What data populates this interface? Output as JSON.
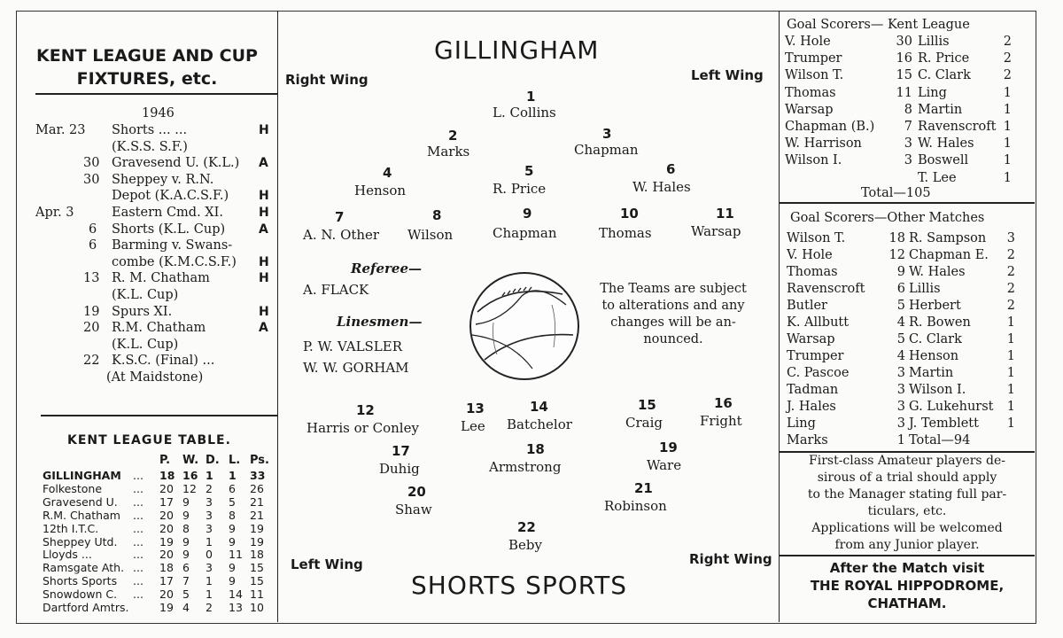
{
  "left": {
    "fixtures_title_1": "KENT LEAGUE AND CUP",
    "fixtures_title_2": "FIXTURES, etc.",
    "year": "1946",
    "fixtures": [
      [
        "Mar. 23",
        "Shorts   ...   ...",
        "H"
      ],
      [
        "",
        "(K.S.S. S.F.)",
        ""
      ],
      [
        "30",
        "Gravesend U. (K.L.)",
        "A"
      ],
      [
        "30",
        "Sheppey v. R.N.",
        ""
      ],
      [
        "",
        "Depot (K.A.C.S.F.)",
        "H"
      ],
      [
        "Apr.   3",
        "Eastern Cmd. XI.",
        "H"
      ],
      [
        "6",
        "Shorts (K.L. Cup)",
        "A"
      ],
      [
        "6",
        "Barming v. Swans-",
        ""
      ],
      [
        "",
        "combe (K.M.C.S.F.)",
        "H"
      ],
      [
        "13",
        "R. M. Chatham",
        "H"
      ],
      [
        "",
        "(K.L. Cup)",
        ""
      ],
      [
        "19",
        "Spurs XI.",
        "H"
      ],
      [
        "20",
        "R.M. Chatham",
        "A"
      ],
      [
        "",
        "(K.L. Cup)",
        ""
      ],
      [
        "22",
        "K.S.C. (Final)   ...",
        ""
      ],
      [
        "",
        "(At Maidstone)",
        ""
      ]
    ],
    "table_title": "KENT LEAGUE TABLE.",
    "table_headers": [
      "P.",
      "W.",
      "D.",
      "L.",
      "Ps."
    ],
    "table_rows": [
      [
        "GILLINGHAM",
        "...",
        "18",
        "16",
        "1",
        "1",
        "33"
      ],
      [
        "Folkestone",
        "...",
        "20",
        "12",
        "2",
        "6",
        "26"
      ],
      [
        "Gravesend U.",
        "...",
        "17",
        "9",
        "3",
        "5",
        "21"
      ],
      [
        "R.M. Chatham",
        "...",
        "20",
        "9",
        "3",
        "8",
        "21"
      ],
      [
        "12th I.T.C.",
        "...",
        "20",
        "8",
        "3",
        "9",
        "19"
      ],
      [
        "Sheppey Utd.",
        "...",
        "19",
        "9",
        "1",
        "9",
        "19"
      ],
      [
        "Lloyds   ...",
        "...",
        "20",
        "9",
        "0",
        "11",
        "18"
      ],
      [
        "Ramsgate Ath.",
        "...",
        "18",
        "6",
        "3",
        "9",
        "15"
      ],
      [
        "Shorts Sports",
        "...",
        "17",
        "7",
        "1",
        "9",
        "15"
      ],
      [
        "Snowdown C.",
        "...",
        "20",
        "5",
        "1",
        "14",
        "11"
      ],
      [
        "Dartford Amtrs.",
        "",
        "19",
        "4",
        "2",
        "13",
        "10"
      ]
    ]
  },
  "center": {
    "home_team": "GILLINGHAM",
    "away_team": "SHORTS SPORTS",
    "right_wing_top": "Right Wing",
    "left_wing_top": "Left Wing",
    "left_wing_bottom": "Left Wing",
    "right_wing_bottom": "Right Wing",
    "home_players": [
      [
        "1",
        "L. Collins"
      ],
      [
        "2",
        "Marks"
      ],
      [
        "3",
        "Chapman"
      ],
      [
        "4",
        "Henson"
      ],
      [
        "5",
        "R. Price"
      ],
      [
        "6",
        "W. Hales"
      ],
      [
        "7",
        "A. N. Other"
      ],
      [
        "8",
        "Wilson"
      ],
      [
        "9",
        "Chapman"
      ],
      [
        "10",
        "Thomas"
      ],
      [
        "11",
        "Warsap"
      ]
    ],
    "away_players": [
      [
        "12",
        "Harris or Conley"
      ],
      [
        "13",
        "Lee"
      ],
      [
        "14",
        "Batchelor"
      ],
      [
        "15",
        "Craig"
      ],
      [
        "16",
        "Fright"
      ],
      [
        "17",
        "Duhig"
      ],
      [
        "18",
        "Armstrong"
      ],
      [
        "19",
        "Ware"
      ],
      [
        "20",
        "Shaw"
      ],
      [
        "21",
        "Robinson"
      ],
      [
        "22",
        "Beby"
      ]
    ],
    "referee_label": "Referee—",
    "referee": "A. FLACK",
    "linesmen_label": "Linesmen—",
    "linesman_1": "P. W. VALSLER",
    "linesman_2": "W. W. GORHAM",
    "notice_1": "The Teams are subject",
    "notice_2": "to alterations and any",
    "notice_3": "changes will be an-",
    "notice_4": "nounced."
  },
  "right": {
    "kl_title": "Goal Scorers— Kent League",
    "kl_rows": [
      [
        "V. Hole",
        "30",
        "Lillis",
        "2"
      ],
      [
        "Trumper",
        "16",
        "R. Price",
        "2"
      ],
      [
        "Wilson T.",
        "15",
        "C. Clark",
        "2"
      ],
      [
        "Thomas",
        "11",
        "Ling",
        "1"
      ],
      [
        "Warsap",
        "8",
        "Martin",
        "1"
      ],
      [
        "Chapman (B.)",
        "7",
        "Ravenscroft",
        "1"
      ],
      [
        "W. Harrison",
        "3",
        "W. Hales",
        "1"
      ],
      [
        "Wilson I.",
        "3",
        "Boswell",
        "1"
      ],
      [
        "",
        "",
        "T. Lee",
        "1"
      ]
    ],
    "kl_total": "Total—105",
    "om_title": "Goal Scorers—Other Matches",
    "om_rows": [
      [
        "Wilson T.",
        "18",
        "R. Sampson",
        "3"
      ],
      [
        "V. Hole",
        "12",
        "Chapman E.",
        "2"
      ],
      [
        "Thomas",
        "9",
        "W. Hales",
        "2"
      ],
      [
        "Ravenscroft",
        "6",
        "Lillis",
        "2"
      ],
      [
        "Butler",
        "5",
        "Herbert",
        "2"
      ],
      [
        "K. Allbutt",
        "4",
        "R. Bowen",
        "1"
      ],
      [
        "Warsap",
        "5",
        "C. Clark",
        "1"
      ],
      [
        "Trumper",
        "4",
        "Henson",
        "1"
      ],
      [
        "C. Pascoe",
        "3",
        "Martin",
        "1"
      ],
      [
        "Tadman",
        "3",
        "Wilson I.",
        "1"
      ],
      [
        "J. Hales",
        "3",
        "G. Lukehurst",
        "1"
      ],
      [
        "Ling",
        "3",
        "J. Temblett",
        "1"
      ],
      [
        "Marks",
        "1",
        "Total—94",
        ""
      ]
    ],
    "amateur_1": "First-class Amateur players de-",
    "amateur_2": "sirous of a trial should apply",
    "amateur_3": "to the Manager stating full par-",
    "amateur_4": "ticulars, etc.",
    "amateur_5": "Applications will be welcomed",
    "amateur_6": "from any Junior player.",
    "ad_1": "After the Match visit",
    "ad_2": "THE ROYAL HIPPODROME,",
    "ad_3": "CHATHAM."
  }
}
